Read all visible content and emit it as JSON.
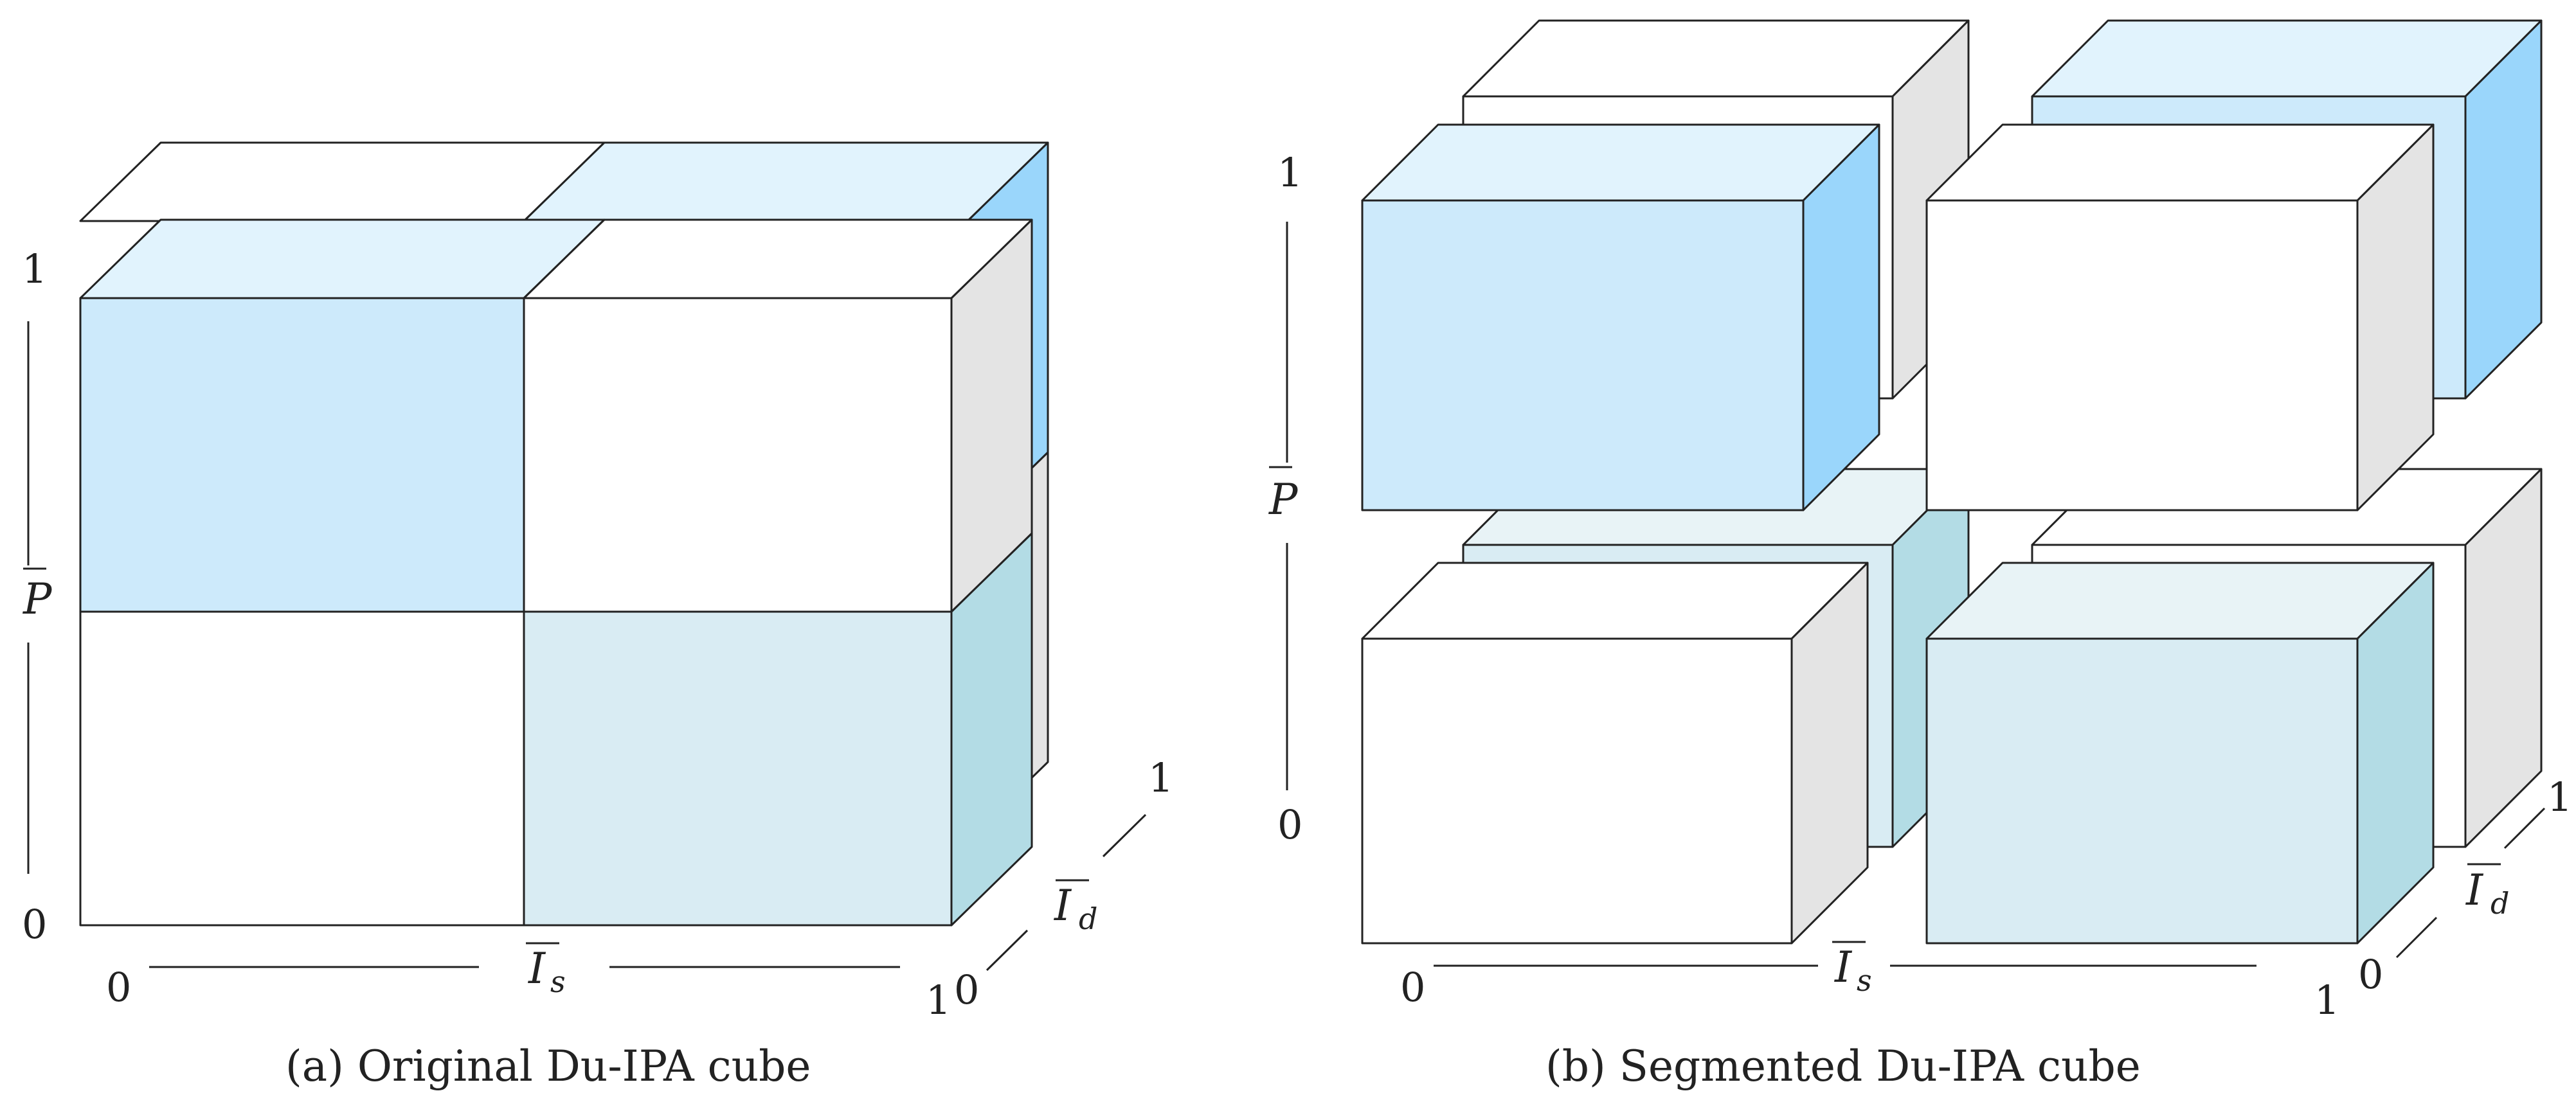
{
  "colors": {
    "white": {
      "front": "#ffffff",
      "top": "#ffffff",
      "side": "#e4e4e4"
    },
    "light_blue": {
      "front": "#cdeafb",
      "top": "#e1f3fd",
      "side": "#9ad6fb"
    },
    "pale_teal": {
      "front": "#d9ecf3",
      "top": "#e8f3f6",
      "side": "#b3dce5"
    },
    "stroke": "#222222"
  },
  "panel_a": {
    "caption": "(a) Original Du-IPA cube",
    "p_axis": {
      "symbol": "P",
      "tick_top": "1",
      "tick_bottom": "0"
    },
    "is_axis": {
      "symbol": "I",
      "subscript": "s",
      "tick_left": "0",
      "tick_right": "1"
    },
    "id_axis": {
      "symbol": "I",
      "subscript": "d",
      "tick_left": "0",
      "tick_right": "1"
    }
  },
  "panel_b": {
    "caption": "(b) Segmented Du-IPA cube",
    "p_axis": {
      "symbol": "P",
      "tick_top": "1",
      "tick_bottom": "0"
    },
    "is_axis": {
      "symbol": "I",
      "subscript": "s",
      "tick_left": "0",
      "tick_right": "1"
    },
    "id_axis": {
      "symbol": "I",
      "subscript": "d",
      "tick_left": "0",
      "tick_right": "1"
    }
  }
}
